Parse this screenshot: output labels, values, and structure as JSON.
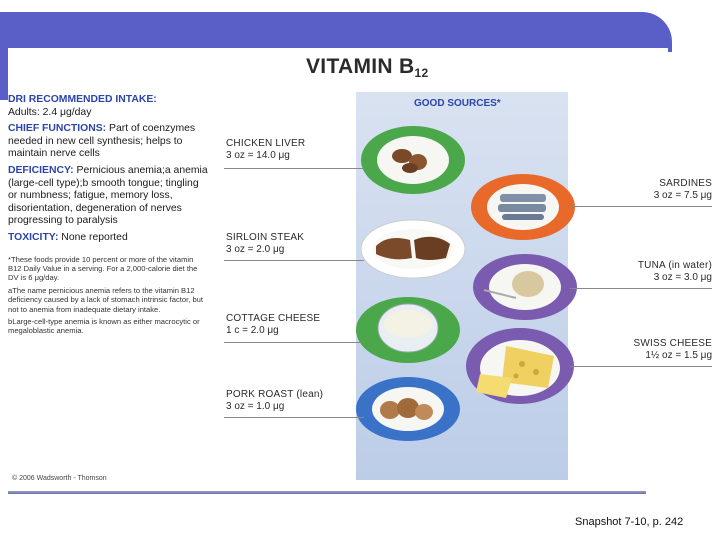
{
  "title_main": "VITAMIN B",
  "title_sub": "12",
  "dri": {
    "heading": "DRI RECOMMENDED INTAKE:",
    "text": "Adults: 2.4 μg/day"
  },
  "functions": {
    "heading": "CHIEF FUNCTIONS:",
    "text": " Part of coenzymes needed in new cell synthesis; helps to maintain nerve cells"
  },
  "deficiency": {
    "heading": "DEFICIENCY:",
    "text": " Pernicious anemia;a anemia (large-cell type);b smooth tongue; tingling or numbness; fatigue, memory loss, disorientation, degeneration of nerves progressing to paralysis"
  },
  "toxicity": {
    "heading": "TOXICITY:",
    "text": " None reported"
  },
  "footnotes": [
    "*These foods provide 10 percent or more of the vitamin B12 Daily Value in a serving. For a 2,000-calorie diet the DV is 6 μg/day.",
    "aThe name pernicious anemia refers to the vitamin B12 deficiency caused by a lack of stomach intrinsic factor, but not to anemia from inadequate dietary intake.",
    "bLarge-cell-type anemia is known as either macrocytic or megaloblastic anemia."
  ],
  "copyright": "© 2006 Wadsworth - Thomson",
  "good_sources_title": "GOOD SOURCES*",
  "foods": [
    {
      "name": "CHICKEN LIVER",
      "amount": "3 oz = 14.0 μg"
    },
    {
      "name": "SARDINES",
      "amount": "3 oz = 7.5 μg"
    },
    {
      "name": "SIRLOIN STEAK",
      "amount": "3 oz = 2.0 μg"
    },
    {
      "name": "TUNA (in water)",
      "amount": "3 oz = 3.0 μg"
    },
    {
      "name": "COTTAGE CHEESE",
      "amount": "1 c = 2.0 μg"
    },
    {
      "name": "SWISS CHEESE",
      "amount": "1½ oz = 1.5 μg"
    },
    {
      "name": "PORK ROAST (lean)",
      "amount": "3 oz = 1.0 μg"
    }
  ],
  "snapshot_label": "Snapshot 7-10, p. 242",
  "colors": {
    "banner": "#5a5fc8",
    "heading": "#2b45a8",
    "green": "#4aa84a",
    "orange": "#e8692a",
    "purple": "#7a5bb0",
    "blue": "#3a72c8"
  }
}
